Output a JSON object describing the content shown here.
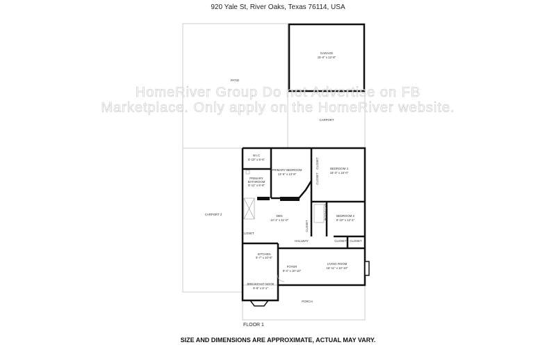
{
  "header": {
    "address": "920 Yale St, River Oaks, Texas 76114, USA"
  },
  "rooms": {
    "patio": {
      "name": "PATIO"
    },
    "garage": {
      "name": "GARAGE",
      "dims": "15'-0\" x 12'-8\""
    },
    "carport": {
      "name": "CARPORT"
    },
    "carport2": {
      "name": "CARPORT 2"
    },
    "wic": {
      "name": "W.I.C",
      "dims": "5'-10\" x 5'-5\""
    },
    "primary_bedroom": {
      "name": "PRIMARY BEDROOM",
      "dims": "13'-6\" x 13'-8\""
    },
    "primary_bathroom": {
      "name": "PRIMARY",
      "name2": "BATHROOM",
      "dims": "5'-11\" x 8'-8\""
    },
    "bedroom3": {
      "name": "BEDROOM 3",
      "dims": "15'-3\" x 15'-0\""
    },
    "bedroom2": {
      "name": "BEDROOM 2",
      "dims": "9'-10\" x 12'-1\""
    },
    "bathroom": {
      "name": "BATHROOM"
    },
    "den": {
      "name": "DEN",
      "dims": "14'-1\" x 11'-0\""
    },
    "hallway": {
      "name": "HALLWAY"
    },
    "kitchen": {
      "name": "KITCHEN",
      "dims": "5'-7\" x 10'-5\""
    },
    "foyer": {
      "name": "FOYER",
      "dims": "8'-4\" x 10'-10\""
    },
    "living_room": {
      "name": "LIVING ROOM",
      "dims": "16'-11\" x 10'-10\""
    },
    "breakfast_nook": {
      "name": "BREAKFAST NOOK",
      "dims": "9'-8\" x 8'-1\""
    },
    "porch": {
      "name": "PORCH"
    },
    "closet": "CLOSET"
  },
  "floor_label": "FLOOR 1",
  "watermark": {
    "line1": "HomeRiver Group Do not Advertise on FB",
    "line2": "Marketplace. Only apply on the HomeRiver website."
  },
  "footer": {
    "disclaimer": "SIZE AND DIMENSIONS ARE APPROXIMATE, ACTUAL MAY VARY."
  }
}
